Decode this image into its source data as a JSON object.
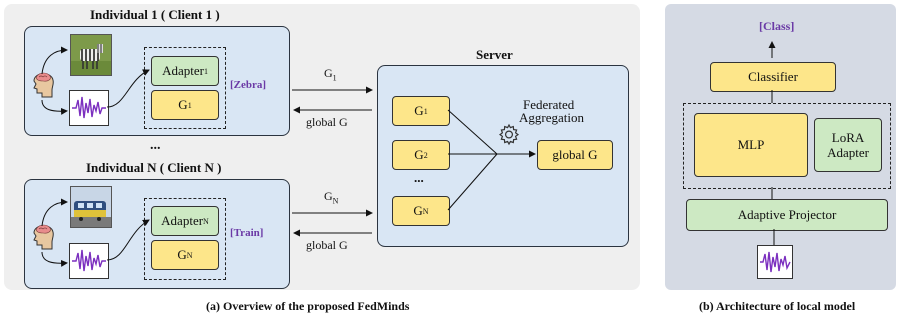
{
  "panel_a": {
    "client1": {
      "title": "Individual 1 ( Client 1 )",
      "adapter": "Adapter",
      "adapter_sub": "1",
      "g": "G",
      "g_sub": "1",
      "output": "[Zebra]"
    },
    "ellipsis": "...",
    "clientN": {
      "title": "Individual N ( Client N )",
      "adapter": "Adapter",
      "adapter_sub": "N",
      "g": "G",
      "g_sub": "N",
      "output": "[Train]"
    },
    "links": {
      "g1_label": "G",
      "g1_sub": "1",
      "global_top": "global G",
      "gN_label": "G",
      "gN_sub": "N",
      "global_bottom": "global G"
    },
    "server": {
      "title": "Server",
      "g": "G",
      "g1_sub": "1",
      "g2_sub": "2",
      "gN_sub": "N",
      "dots": "...",
      "aggregation_line1": "Federated",
      "aggregation_line2": "Aggregation",
      "global": "global G",
      "gear_icon": "gear-icon"
    },
    "caption": "(a) Overview of the proposed FedMinds"
  },
  "panel_b": {
    "output": "[Class]",
    "classifier": "Classifier",
    "mlp": "MLP",
    "lora_line1": "LoRA",
    "lora_line2": "Adapter",
    "projector": "Adaptive Projector",
    "signal_icon": "eeg-signal-icon",
    "caption": "(b) Architecture of local model"
  },
  "colors": {
    "panel_bg": "#efefef",
    "right_panel_bg": "#d5dae4",
    "client_bg": "#d9e6f4",
    "yellow_block": "#fde68a",
    "green_block": "#cde9c3",
    "label_purple": "#6b3aa6",
    "signal_purple": "#7b2fbf"
  }
}
